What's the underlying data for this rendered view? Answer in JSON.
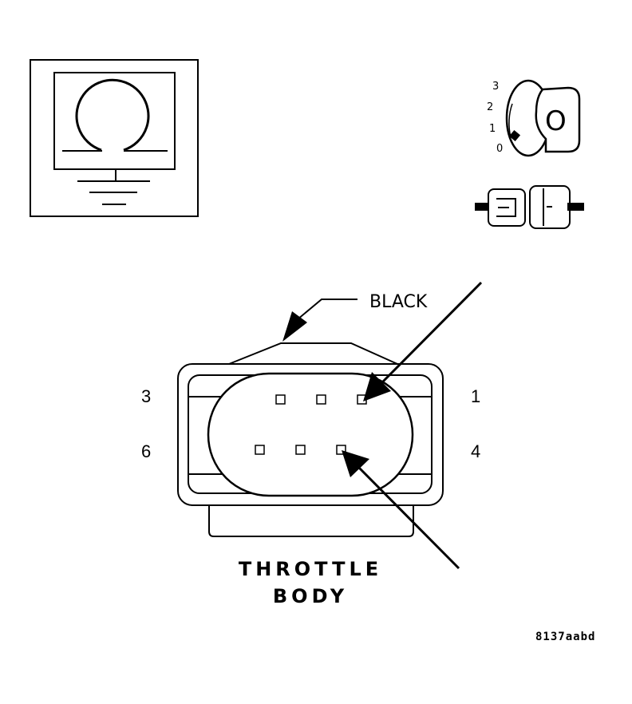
{
  "connector": {
    "color_callout": "BLACK",
    "pin_labels": {
      "top_left": "3",
      "bottom_left": "6",
      "top_right": "1",
      "bottom_right": "4"
    },
    "name_line1": "THROTTLE",
    "name_line2": "BODY"
  },
  "ignition_key": {
    "positions": [
      "3",
      "2",
      "1",
      "0"
    ],
    "key_letter": "O"
  },
  "figure_id": "8137aabd",
  "icons": [
    "ohmmeter-icon",
    "ignition-key-icon",
    "disconnected-connector-icon"
  ]
}
